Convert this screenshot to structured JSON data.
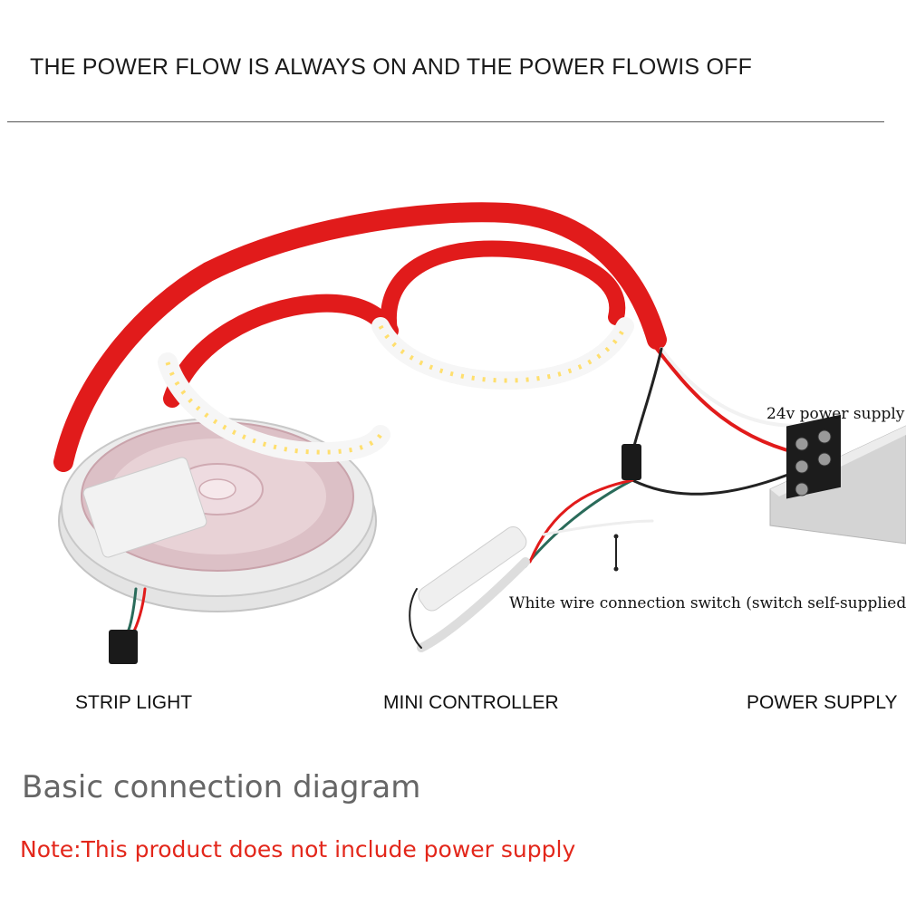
{
  "header": {
    "title": "THE POWER FLOW IS ALWAYS ON AND THE POWER FLOWIS OFF"
  },
  "callouts": {
    "power_supply_voltage": "24v power supply",
    "white_wire_note": "White wire connection switch (switch self-supplied)"
  },
  "components": {
    "strip_light": "STRIP LIGHT",
    "mini_controller": "MINI CONTROLLER",
    "power_supply": "POWER SUPPLY"
  },
  "footer": {
    "diagram_title": "Basic connection diagram",
    "note": "Note:This product does not include power supply"
  },
  "colors": {
    "strip_red": "#e11b1b",
    "note_red": "#e3271b",
    "reel_gray": "#dcdcdc",
    "psu_silver": "#d8d8d8"
  }
}
